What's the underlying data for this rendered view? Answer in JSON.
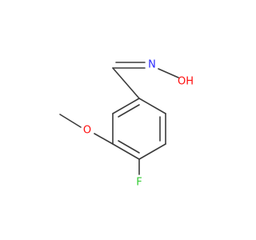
{
  "molecule": {
    "atoms": [
      {
        "id": "c_ring_top",
        "element": "C",
        "label": ""
      },
      {
        "id": "c_ring_top_right",
        "element": "C",
        "label": ""
      },
      {
        "id": "c_ring_bottom_right",
        "element": "C",
        "label": ""
      },
      {
        "id": "c_ring_bottom",
        "element": "C",
        "label": ""
      },
      {
        "id": "c_ring_bottom_left",
        "element": "C",
        "label": ""
      },
      {
        "id": "c_ring_top_left",
        "element": "C",
        "label": ""
      },
      {
        "id": "c_aldehyde",
        "element": "C",
        "label": ""
      },
      {
        "id": "n_oxime",
        "element": "N",
        "label": "N"
      },
      {
        "id": "o_hydroxyl",
        "element": "O",
        "label": "OH"
      },
      {
        "id": "f_fluoro",
        "element": "F",
        "label": "F"
      },
      {
        "id": "o_methoxy",
        "element": "O",
        "label": "O"
      },
      {
        "id": "c_methyl",
        "element": "C",
        "label": ""
      }
    ],
    "bonds": [
      {
        "from": "c_ring_top",
        "to": "c_ring_top_right",
        "order": 1
      },
      {
        "from": "c_ring_top_right",
        "to": "c_ring_bottom_right",
        "order": 2
      },
      {
        "from": "c_ring_bottom_right",
        "to": "c_ring_bottom",
        "order": 1
      },
      {
        "from": "c_ring_bottom",
        "to": "c_ring_bottom_left",
        "order": 2
      },
      {
        "from": "c_ring_bottom_left",
        "to": "c_ring_top_left",
        "order": 1
      },
      {
        "from": "c_ring_top_left",
        "to": "c_ring_top",
        "order": 2
      },
      {
        "from": "c_ring_top",
        "to": "c_aldehyde",
        "order": 1
      },
      {
        "from": "c_aldehyde",
        "to": "n_oxime",
        "order": 2
      },
      {
        "from": "n_oxime",
        "to": "o_hydroxyl",
        "order": 1
      },
      {
        "from": "c_ring_bottom",
        "to": "f_fluoro",
        "order": 1
      },
      {
        "from": "c_ring_bottom_left",
        "to": "o_methoxy",
        "order": 1
      },
      {
        "from": "o_methoxy",
        "to": "c_methyl",
        "order": 1
      }
    ]
  },
  "colors": {
    "bond": "#3b3b3b",
    "nitrogen": "#2a2aff",
    "oxygen": "#ff0d0d",
    "fluorine": "#33cc33"
  }
}
